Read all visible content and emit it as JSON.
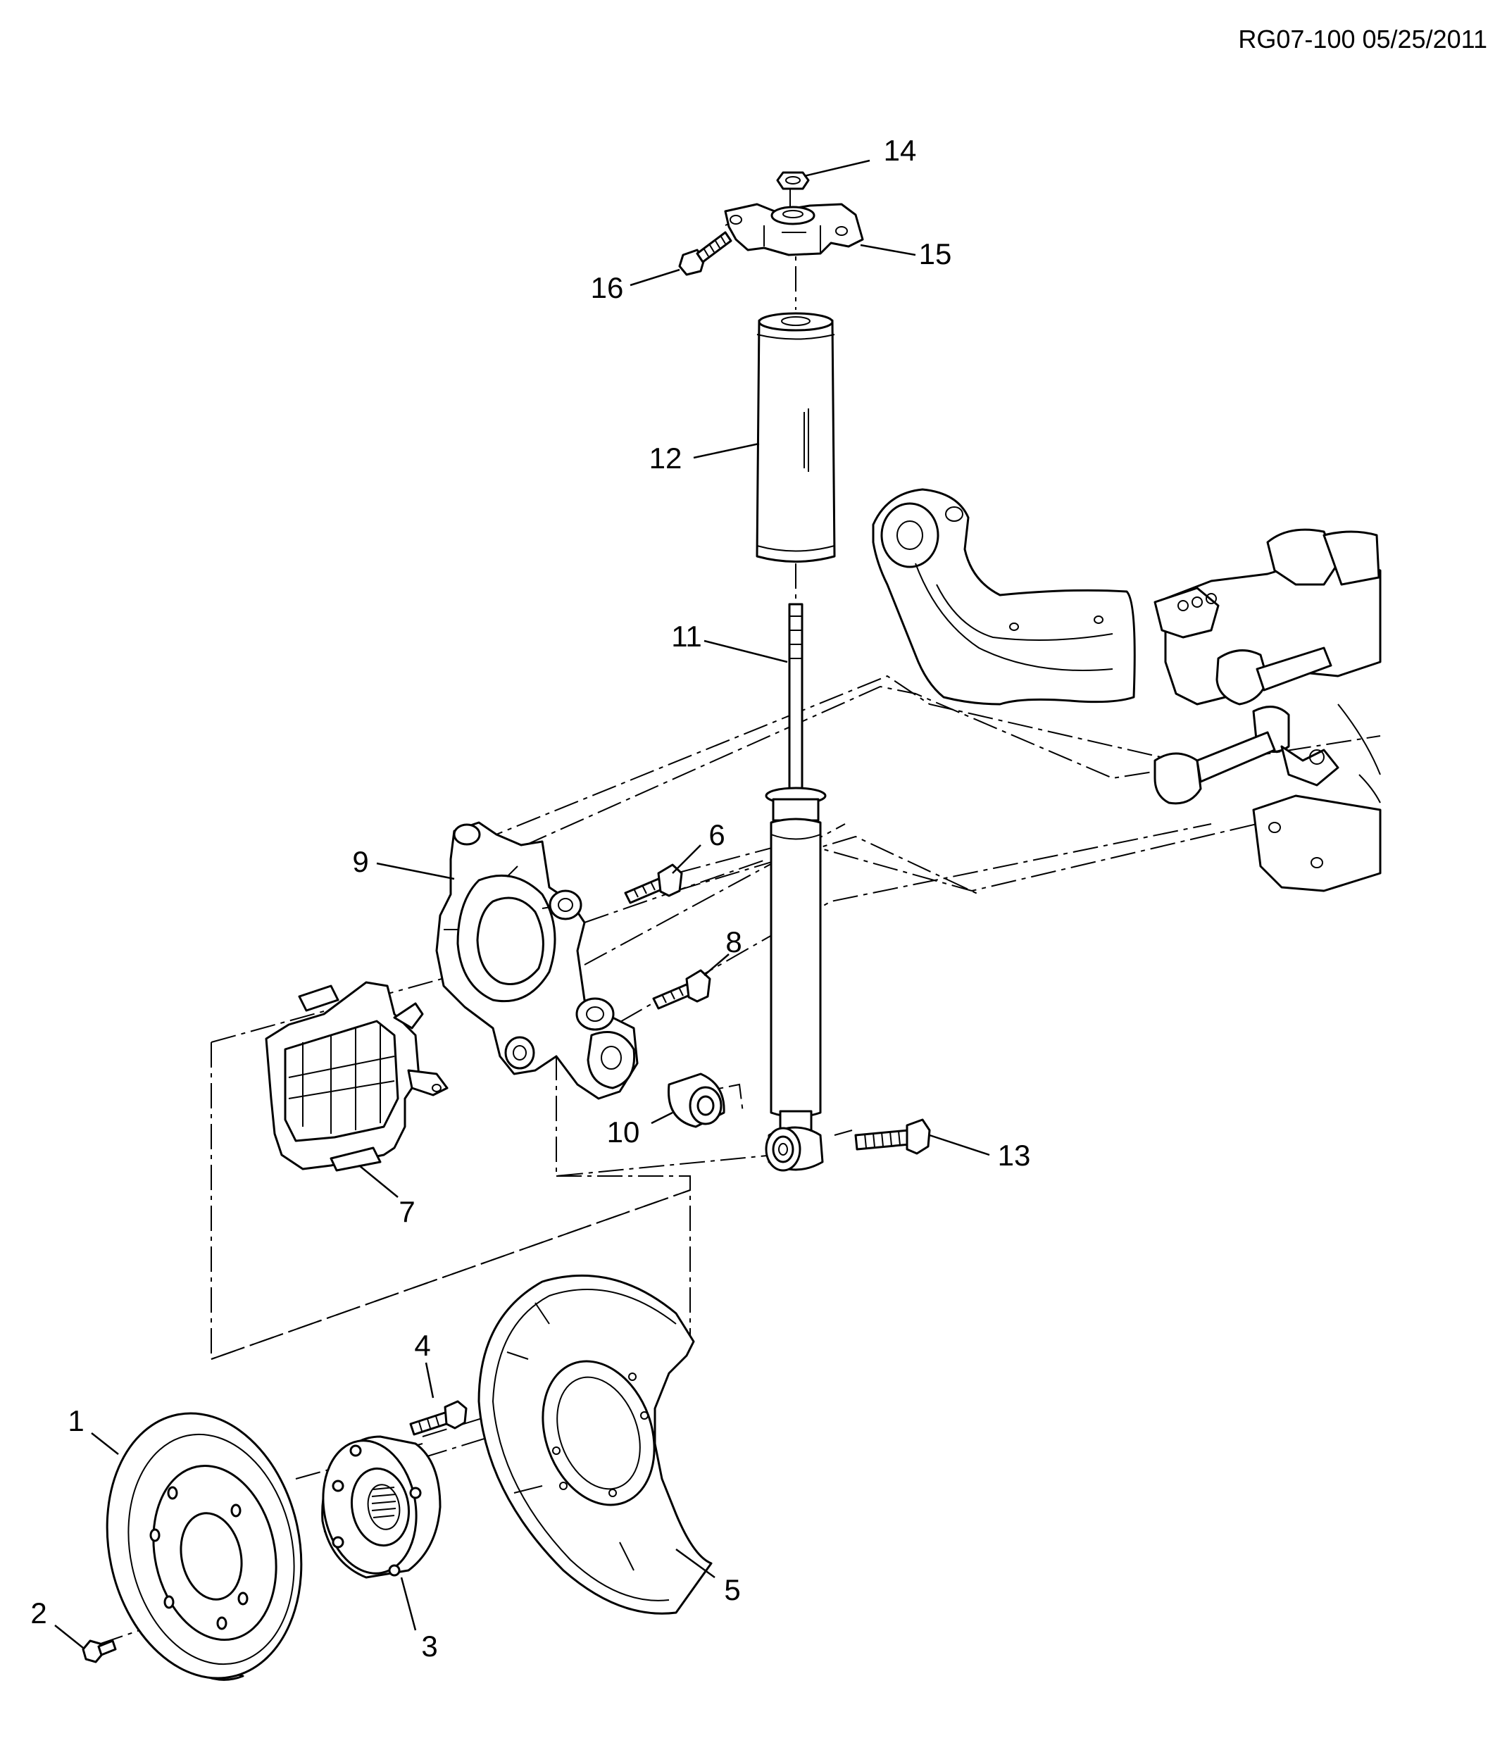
{
  "header": {
    "code": "RG07-100 05/25/2011"
  },
  "callouts": [
    {
      "id": "callout-1",
      "label": "1"
    },
    {
      "id": "callout-2",
      "label": "2"
    },
    {
      "id": "callout-3",
      "label": "3"
    },
    {
      "id": "callout-4",
      "label": "4"
    },
    {
      "id": "callout-5",
      "label": "5"
    },
    {
      "id": "callout-6",
      "label": "6"
    },
    {
      "id": "callout-7",
      "label": "7"
    },
    {
      "id": "callout-8",
      "label": "8"
    },
    {
      "id": "callout-9",
      "label": "9"
    },
    {
      "id": "callout-10",
      "label": "10"
    },
    {
      "id": "callout-11",
      "label": "11"
    },
    {
      "id": "callout-12",
      "label": "12"
    },
    {
      "id": "callout-13",
      "label": "13"
    },
    {
      "id": "callout-14",
      "label": "14"
    },
    {
      "id": "callout-15",
      "label": "15"
    },
    {
      "id": "callout-16",
      "label": "16"
    }
  ],
  "colors": {
    "ink": "#000000",
    "paper": "#ffffff"
  }
}
